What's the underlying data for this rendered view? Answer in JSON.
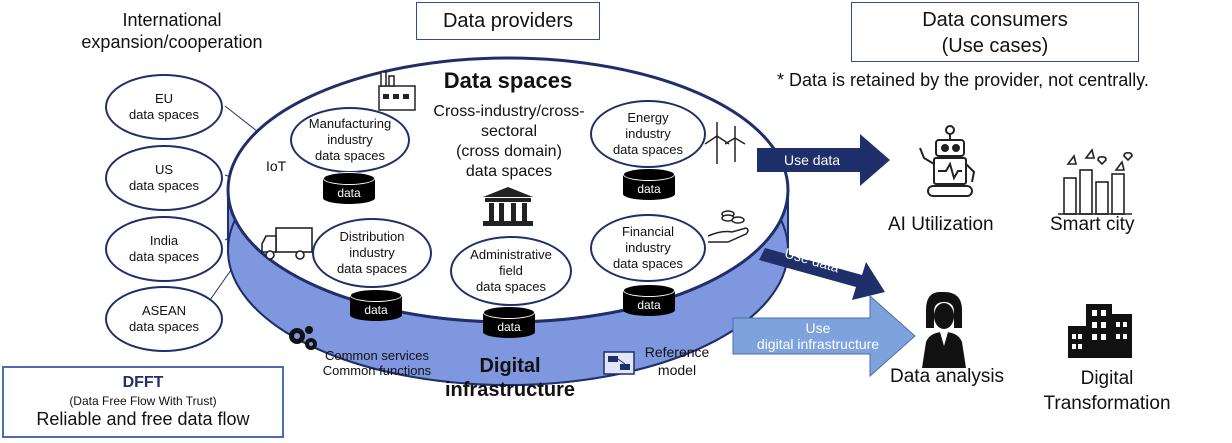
{
  "headers": {
    "international": [
      "International",
      "expansion/cooperation"
    ],
    "providers": "Data providers",
    "consumers": [
      "Data consumers",
      "(Use cases)"
    ],
    "note": "* Data is retained by the provider, not centrally."
  },
  "regions": [
    {
      "line1": "EU",
      "line2": "data spaces"
    },
    {
      "line1": "US",
      "line2": "data spaces"
    },
    {
      "line1": "India",
      "line2": "data spaces"
    },
    {
      "line1": "ASEAN",
      "line2": "data spaces"
    }
  ],
  "dataspaces": {
    "title": "Data spaces",
    "cross": [
      "Cross-industry/cross-",
      "sectoral",
      "(cross domain)",
      "data spaces"
    ],
    "iot": "IoT",
    "manufacturing": [
      "Manufacturing",
      "industry",
      "data spaces"
    ],
    "distribution": [
      "Distribution",
      "industry",
      "data spaces"
    ],
    "administrative": [
      "Administrative",
      "field",
      "data spaces"
    ],
    "energy": [
      "Energy",
      "industry",
      "data spaces"
    ],
    "financial": [
      "Financial",
      "industry",
      "data spaces"
    ],
    "data_label": "data"
  },
  "infrastructure": {
    "title": [
      "Digital",
      "infrastructure"
    ],
    "common": [
      "Common services",
      "Common functions"
    ],
    "reference": [
      "Reference",
      "model"
    ]
  },
  "arrows": {
    "use_data_1": "Use data",
    "use_data_2": "Use data",
    "use_infra": [
      "Use",
      "digital infrastructure"
    ]
  },
  "use_cases": {
    "ai": "AI Utilization",
    "smart_city": "Smart city",
    "analysis": "Data analysis",
    "dx": [
      "Digital",
      "Transformation"
    ]
  },
  "dfft": {
    "title": "DFFT",
    "subtitle": "(Data Free Flow With Trust)",
    "tagline": "Reliable and free data flow"
  },
  "colors": {
    "navy": "#1f2f6a",
    "infra_blue": "#7f97de",
    "arrow_light": "#7ea2dc"
  }
}
